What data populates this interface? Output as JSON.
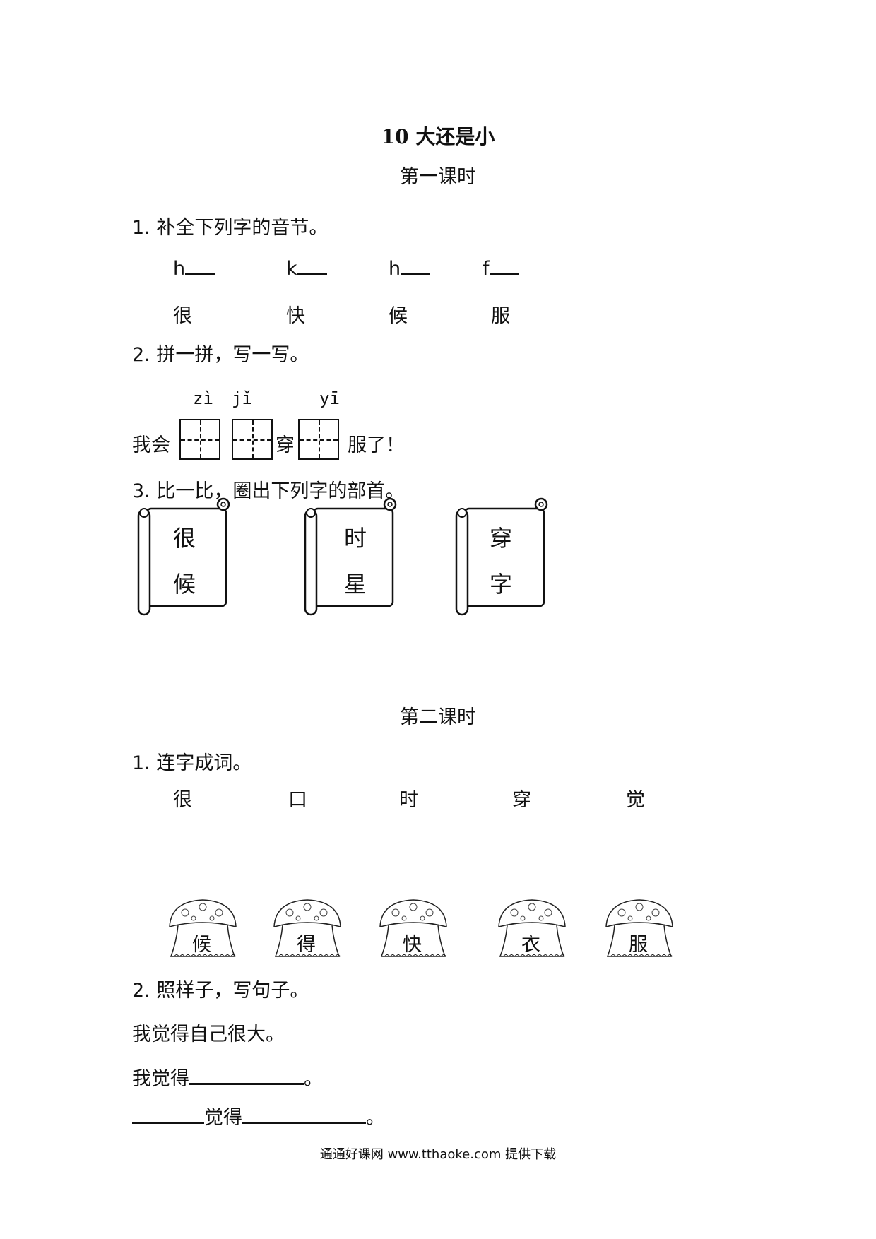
{
  "title": "10  大还是小",
  "lesson1": {
    "heading": "第一课时",
    "q1": {
      "label": "1.  补全下列字的音节。",
      "items": [
        {
          "pinyin": "h",
          "char": "很"
        },
        {
          "pinyin": "k",
          "char": "快"
        },
        {
          "pinyin": "h",
          "char": "候"
        },
        {
          "pinyin": "f",
          "char": "服"
        }
      ]
    },
    "q2": {
      "label": "2.  拼一拼，写一写。",
      "pinyin": [
        "zì",
        "jǐ",
        "yī"
      ],
      "prefix": "我会",
      "middle": "穿",
      "suffix": "服了！"
    },
    "q3": {
      "label": "3.  比一比，圈出下列字的部首。",
      "scrolls": [
        {
          "top": "很",
          "bottom": "候"
        },
        {
          "top": "时",
          "bottom": "星"
        },
        {
          "top": "穿",
          "bottom": "字"
        }
      ]
    }
  },
  "lesson2": {
    "heading": "第二课时",
    "q1": {
      "label": "1.  连字成词。",
      "top_chars": [
        "很",
        "口",
        "时",
        "穿",
        "觉"
      ],
      "mushroom_chars": [
        "候",
        "得",
        "快",
        "衣",
        "服"
      ]
    },
    "q2": {
      "label": "2. 照样子，写句子。",
      "example": "我觉得自己很大。",
      "line1_prefix": "我觉得",
      "line1_end": "。",
      "line2_mid": "觉得",
      "line2_end": "。"
    }
  },
  "footer": "通通好课网   www.tthaoke.com   提供下载"
}
